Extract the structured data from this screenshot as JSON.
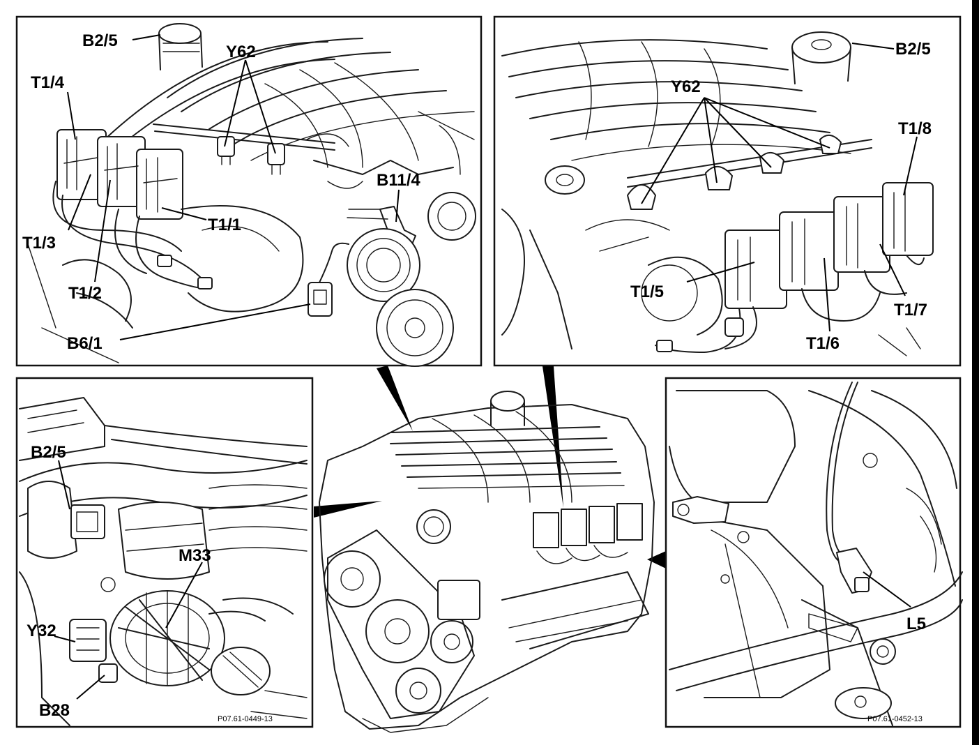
{
  "panels": {
    "top_left": {
      "labels": {
        "b2_5": "B2/5",
        "y62": "Y62",
        "t1_4": "T1/4",
        "t1_3": "T1/3",
        "t1_1": "T1/1",
        "t1_2": "T1/2",
        "b11_4": "B11/4",
        "b6_1": "B6/1"
      }
    },
    "top_right": {
      "labels": {
        "b2_5": "B2/5",
        "y62": "Y62",
        "t1_8": "T1/8",
        "t1_5": "T1/5",
        "t1_7": "T1/7",
        "t1_6": "T1/6"
      }
    },
    "bottom_left": {
      "labels": {
        "b2_5": "B2/5",
        "m33": "M33",
        "y32": "Y32",
        "b28": "B28"
      },
      "ref_code": "P07.61-0449-13"
    },
    "bottom_right": {
      "labels": {
        "l5": "L5"
      },
      "ref_code": "P07.61-0452-13"
    }
  },
  "colors": {
    "ink": "#1a1a1a",
    "paper": "#ffffff"
  }
}
